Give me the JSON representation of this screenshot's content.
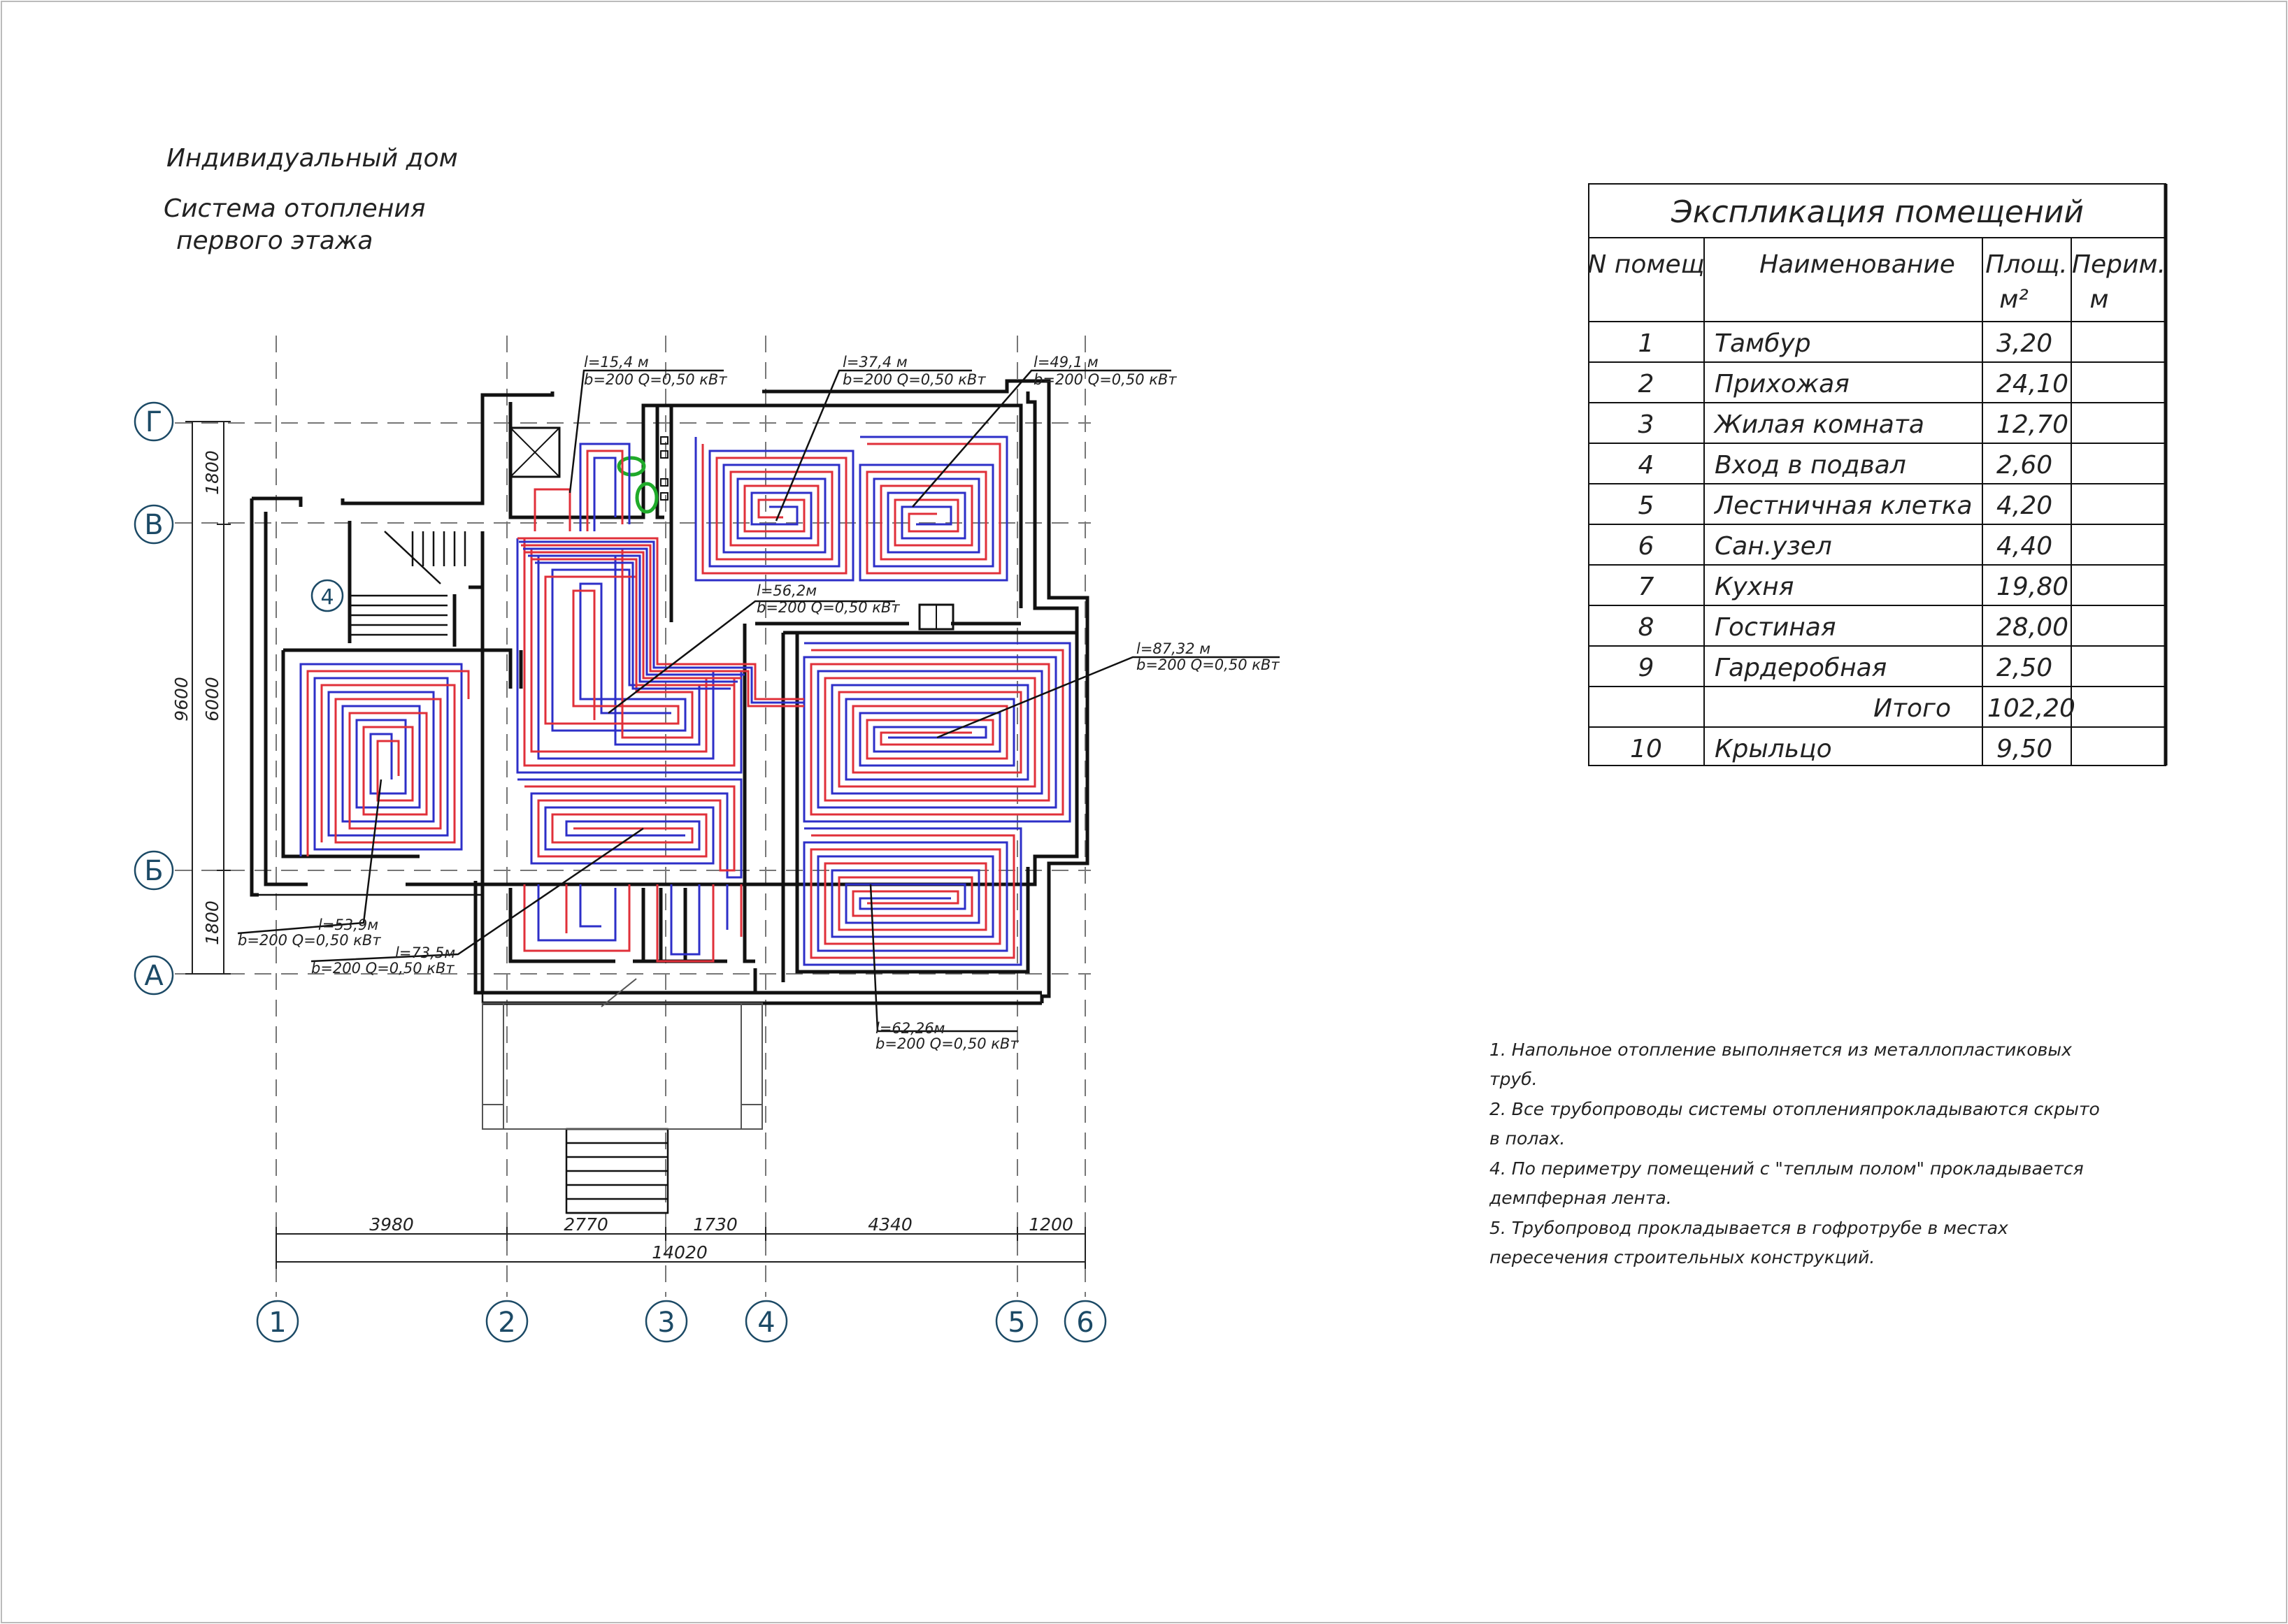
{
  "title": {
    "line1": "Индивидуальный дом",
    "line2": "Система отопления",
    "line3": "первого этажа"
  },
  "colors": {
    "supply": "#e0303a",
    "return": "#2d2fc8",
    "fixture": "#1faa2a",
    "axis_circle": "#1c4a66"
  },
  "axes": {
    "rows": [
      "Г",
      "В",
      "Б",
      "А"
    ],
    "columns": [
      "1",
      "2",
      "3",
      "4",
      "5",
      "6"
    ]
  },
  "dimensions": {
    "bottom_segments": [
      "3980",
      "2770",
      "1730",
      "4340",
      "1200"
    ],
    "bottom_total": "14020",
    "left_outer": "9600",
    "left_segments": [
      "1800",
      "6000",
      "1800"
    ]
  },
  "room_tag": "4",
  "loops": [
    {
      "length": "l=15,4 м",
      "spec": "b=200 Q=0,50 кВт"
    },
    {
      "length": "l=37,4 м",
      "spec": "b=200 Q=0,50 кВт"
    },
    {
      "length": "l=49,1 м",
      "spec": "b=200 Q=0,50 кВт"
    },
    {
      "length": "l=56,2м",
      "spec": "b=200 Q=0,50 кВт"
    },
    {
      "length": "l=87,32 м",
      "spec": "b=200 Q=0,50 кВт"
    },
    {
      "length": "l=53,9м",
      "spec": "b=200 Q=0,50 кВт"
    },
    {
      "length": "l=73,5м",
      "spec": "b=200 Q=0,50 кВт"
    },
    {
      "length": "l=62,26м",
      "spec": "b=200 Q=0,50 кВт"
    }
  ],
  "explication": {
    "title": "Экспликация помещений",
    "headers": {
      "num": "N помещ",
      "name": "Наименование",
      "area_1": "Площ.",
      "area_2": "м²",
      "perim_1": "Перим.",
      "perim_2": "м"
    },
    "rows": [
      {
        "num": "1",
        "name": "Тамбур",
        "area": "3,20"
      },
      {
        "num": "2",
        "name": "Прихожая",
        "area": "24,10"
      },
      {
        "num": "3",
        "name": "Жилая комната",
        "area": "12,70"
      },
      {
        "num": "4",
        "name": "Вход в подвал",
        "area": "2,60"
      },
      {
        "num": "5",
        "name": "Лестничная клетка",
        "area": "4,20"
      },
      {
        "num": "6",
        "name": "Сан.узел",
        "area": "4,40"
      },
      {
        "num": "7",
        "name": "Кухня",
        "area": "19,80"
      },
      {
        "num": "8",
        "name": "Гостиная",
        "area": "28,00"
      },
      {
        "num": "9",
        "name": "Гардеробная",
        "area": "2,50"
      },
      {
        "num": "",
        "name": "Итого",
        "area": "102,20"
      },
      {
        "num": "10",
        "name": "Крыльцо",
        "area": "9,50"
      }
    ]
  },
  "notes": [
    "1. Напольное отопление выполняется из металлопластиковых",
    "труб.",
    "2. Все трубопроводы системы отопленияпрокладываются скрыто",
    "в полах.",
    "4. По периметру помещений с \"теплым полом\" прокладывается",
    "демпферная лента.",
    "5. Трубопровод прокладывается в гофротрубе в местах",
    "пересечения строительных конструкций."
  ]
}
